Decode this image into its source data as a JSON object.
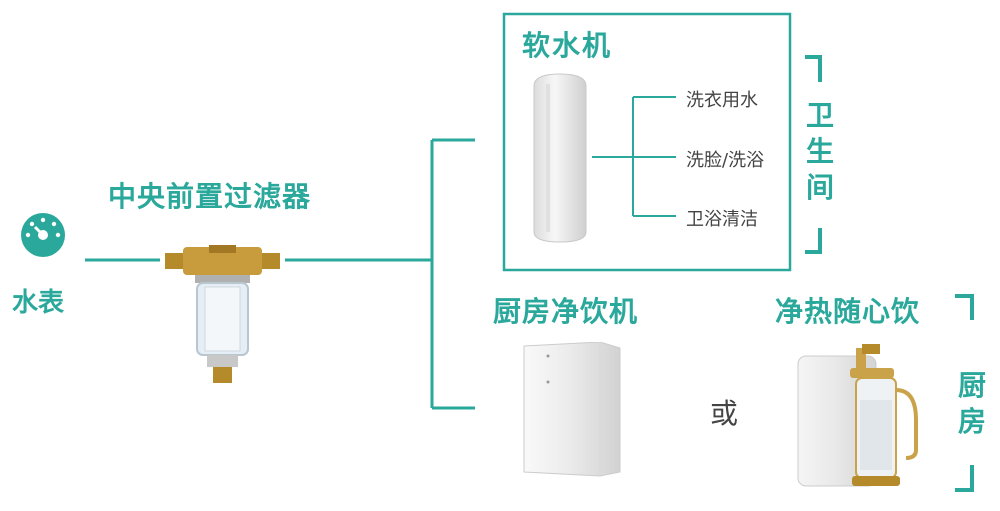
{
  "meter": {
    "label": "水表"
  },
  "prefilter": {
    "label": "中央前置过滤器"
  },
  "softener": {
    "label": "软水机",
    "uses": [
      "洗衣用水",
      "洗脸/洗浴",
      "卫浴清洁"
    ]
  },
  "bathroom": {
    "chars": [
      "卫",
      "生",
      "间"
    ]
  },
  "kitchen_purifier": {
    "label": "厨房净饮机"
  },
  "or_text": "或",
  "hot_drink": {
    "label": "净热随心饮"
  },
  "kitchen": {
    "chars": [
      "厨",
      "房"
    ]
  },
  "colors": {
    "accent": "#2aa89b"
  }
}
